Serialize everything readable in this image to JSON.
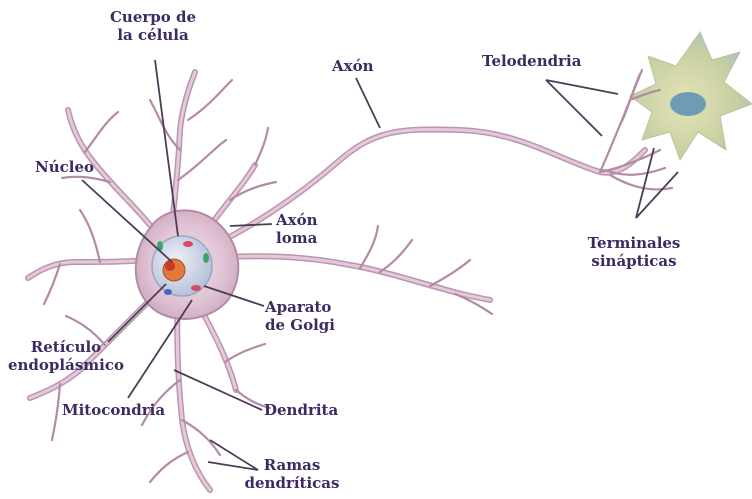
{
  "diagram": {
    "labels": {
      "cuerpo": [
        "Cuerpo de",
        "la célula"
      ],
      "axon": "Axón",
      "telodendria": "Telodendria",
      "nucleo": "Núcleo",
      "axon_loma": [
        "Axón",
        "loma"
      ],
      "terminales": [
        "Terminales",
        "sinápticas"
      ],
      "aparato": [
        "Aparato",
        "de Golgi"
      ],
      "reticulo": [
        "Retículo",
        "endoplásmico"
      ],
      "mitocondria": "Mitocondria",
      "dendrita": "Dendrita",
      "ramas": [
        "Ramas",
        "dendríticas"
      ]
    },
    "colors": {
      "neuron_fill": "#e2c8d8",
      "neuron_outline": "#b48aa6",
      "label_text": "#3d2a63",
      "pointer_line": "#4a3d55",
      "target_cell": "#c9d2a4",
      "nucleus": "#5a8fb5"
    }
  }
}
